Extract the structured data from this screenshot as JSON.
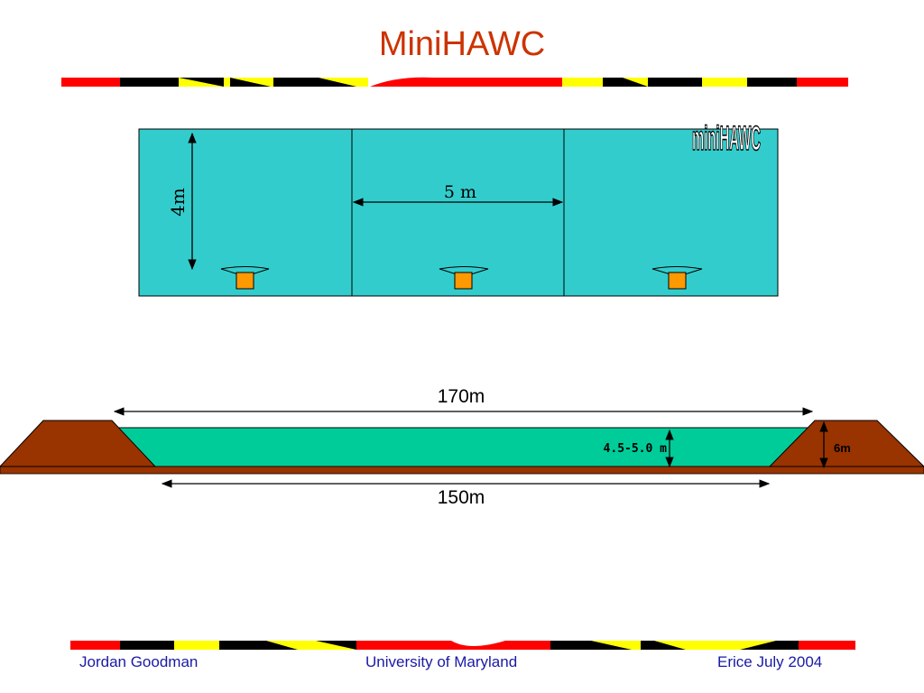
{
  "slide": {
    "title": "MiniHAWC"
  },
  "top_diagram": {
    "height_label": "4m",
    "spacing_label": "5 m",
    "logo_text": "miniHAWC",
    "colors": {
      "pool": "#33cccc",
      "pmt_body": "#ff9900"
    }
  },
  "side_diagram": {
    "top_width_label": "170m",
    "bottom_width_label": "150m",
    "water_depth_label": "4.5-5.0 m",
    "berm_height_label": "6m",
    "colors": {
      "water": "#00cc99",
      "earth": "#993300"
    }
  },
  "footer": {
    "left": "Jordan Goodman",
    "center": "University of Maryland",
    "right": "Erice July 2004"
  }
}
